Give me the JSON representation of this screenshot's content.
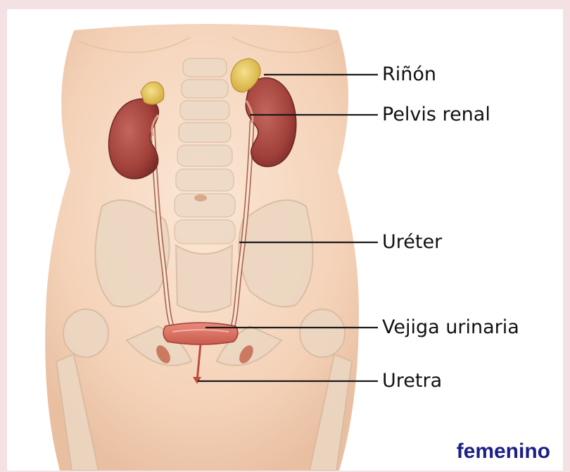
{
  "labels": {
    "kidney": "Riñón",
    "renal_pelvis": "Pelvis renal",
    "ureter": "Uréter",
    "bladder": "Vejiga urinaria",
    "urethra": "Uretra"
  },
  "caption": "femenino",
  "colors": {
    "page_background": "#f3e1e4",
    "skin": "#f6d7bf",
    "kidney": "#a8443d",
    "adrenal_gland": "#e3c45a",
    "bone": "#ecd7c2",
    "caption_text": "#1d1f86"
  }
}
